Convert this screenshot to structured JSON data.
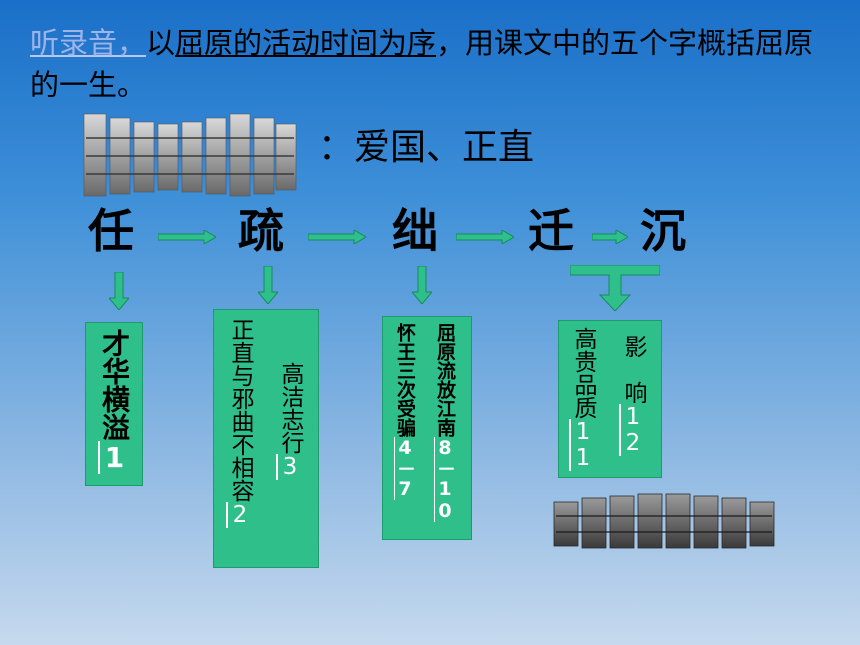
{
  "instruction": {
    "lead": "听录音，",
    "mid": "以",
    "underlined": "屈原的活动时间为序",
    "rest": "，用课文中的五个字概括屈原的一生。"
  },
  "theme": "：爱国、正直",
  "stages": [
    "任",
    "疏",
    "绌",
    "迁",
    "沉"
  ],
  "boxes": [
    {
      "columns": [
        {
          "text": "才华横溢",
          "num": "1"
        }
      ]
    },
    {
      "columns": [
        {
          "text": "高洁志行",
          "num": "3"
        },
        {
          "text": "正直与邪曲不相容",
          "num": "2"
        }
      ]
    },
    {
      "columns": [
        {
          "text": "屈原流放江南",
          "num": "8－10"
        },
        {
          "text": "怀王三次受骗",
          "num": "4－7"
        }
      ]
    },
    {
      "columns": [
        {
          "text": "影　响",
          "num": "12"
        },
        {
          "text": "高贵品质",
          "num": "11"
        }
      ]
    }
  ],
  "colors": {
    "box_fill": "#2fbf8b",
    "arrow_fill": "#2fbf8b",
    "number_color": "#ffffff"
  }
}
